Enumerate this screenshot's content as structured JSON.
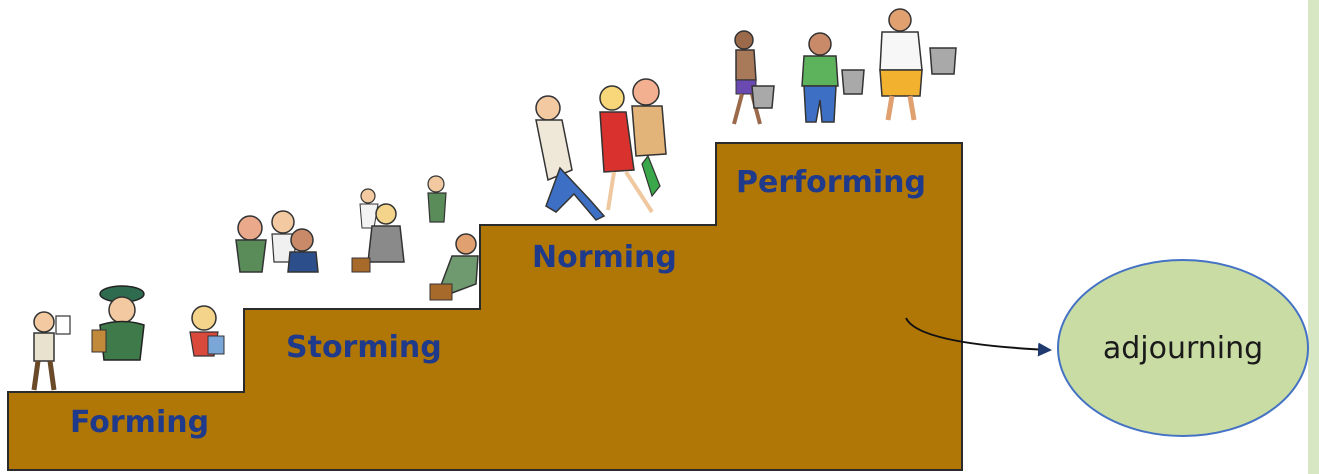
{
  "stairs": {
    "color": "#b07707",
    "steps": [
      {
        "label": "Forming",
        "people_icon": "people-forming-icon"
      },
      {
        "label": "Storming",
        "people_icon": "people-storming-icon"
      },
      {
        "label": "Norming",
        "people_icon": "people-norming-icon"
      },
      {
        "label": "Performing",
        "people_icon": "people-performing-icon"
      }
    ]
  },
  "adjourning": {
    "label": "adjourning",
    "fill": "#c9dca4",
    "stroke": "#4472c4"
  },
  "label_color": "#1f3a8a"
}
